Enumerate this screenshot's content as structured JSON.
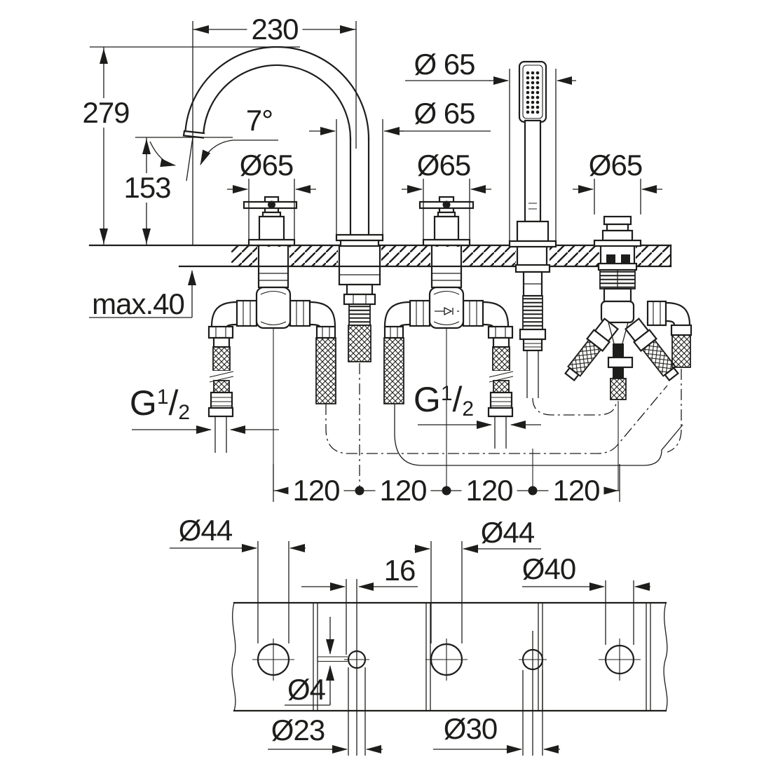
{
  "title": "Bath combination installation dimension drawing",
  "colors": {
    "ink": "#1d1d1b",
    "paper": "#ffffff"
  },
  "dims": {
    "spout_reach": "230",
    "overall_height": "279",
    "outlet_height": "153",
    "outlet_angle": "7°",
    "handshower_escutcheon": "Ø 65",
    "spout_escutcheon": "Ø 65",
    "left_valve_escutcheon": "Ø65",
    "right_valve_escutcheon": "Ø65",
    "diverter_escutcheon": "Ø65",
    "max_deck_thickness": "max.40",
    "hole_spacing": [
      "120",
      "120",
      "120",
      "120"
    ],
    "thread": {
      "prefix": "G",
      "numerator": "1",
      "denominator": "2"
    },
    "plan": {
      "hole1_diameter": "Ø44",
      "hole2_diameter": "Ø23",
      "hole3_diameter": "Ø44",
      "hole4_diameter": "Ø30",
      "hole5_diameter": "Ø40",
      "pilot_hole_diameter": "Ø4",
      "pilot_hole_offset": "16"
    }
  }
}
